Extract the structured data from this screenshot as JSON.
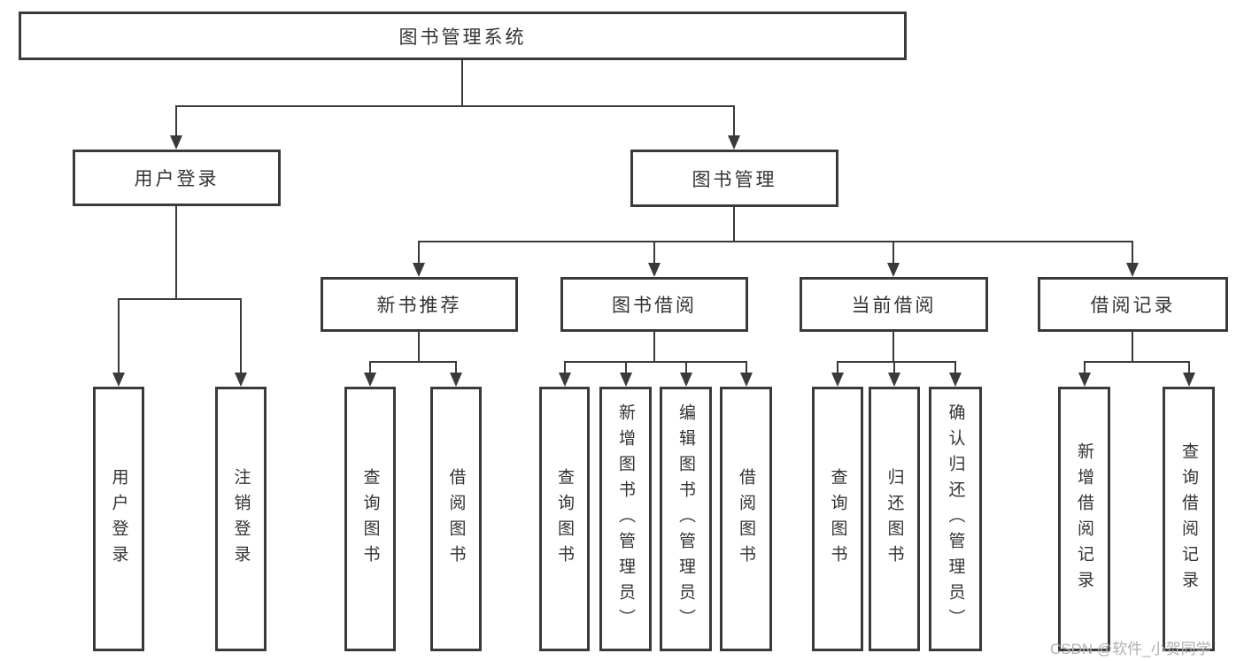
{
  "tree": {
    "root": {
      "label": "图书管理系统"
    },
    "branches": [
      {
        "label": "用户登录",
        "children": [
          {
            "label": "用户登录"
          },
          {
            "label": "注销登录"
          }
        ]
      },
      {
        "label": "图书管理",
        "children": [
          {
            "label": "新书推荐",
            "children": [
              {
                "label": "查询图书"
              },
              {
                "label": "借阅图书"
              }
            ]
          },
          {
            "label": "图书借阅",
            "children": [
              {
                "label": "查询图书"
              },
              {
                "label": "新增图书（管理员）"
              },
              {
                "label": "编辑图书（管理员）"
              },
              {
                "label": "借阅图书"
              }
            ]
          },
          {
            "label": "当前借阅",
            "children": [
              {
                "label": "查询图书"
              },
              {
                "label": "归还图书"
              },
              {
                "label": "确认归还（管理员）"
              }
            ]
          },
          {
            "label": "借阅记录",
            "children": [
              {
                "label": "新增借阅记录"
              },
              {
                "label": "查询借阅记录"
              }
            ]
          }
        ]
      }
    ]
  },
  "watermark": {
    "text": "CSDN @软件_小贺同学"
  },
  "colors": {
    "line": "#3a3a3a",
    "text": "#333333",
    "watermark": "#b0b0b0",
    "background": "#ffffff"
  }
}
